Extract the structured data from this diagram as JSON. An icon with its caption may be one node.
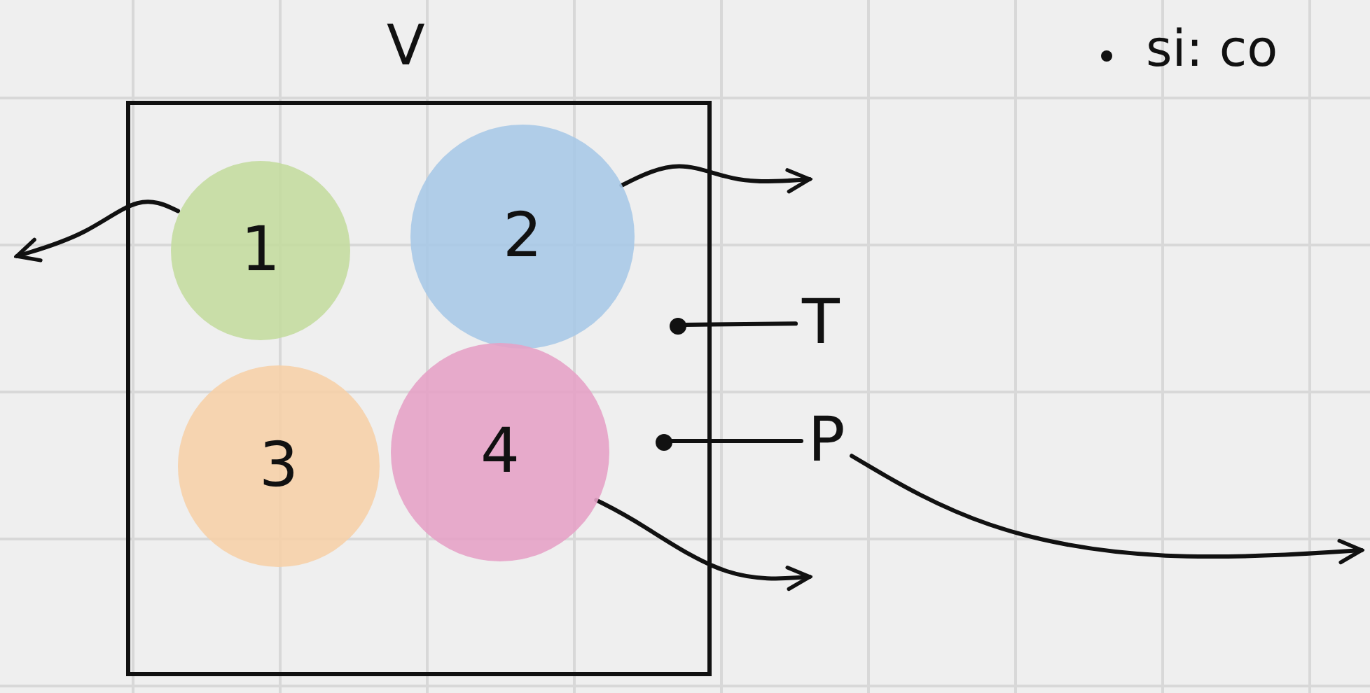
{
  "diagram": {
    "nodes": [
      {
        "text": [
          "V"
        ]
      },
      {
        "text": [
          "1"
        ],
        "in": 0
      },
      {
        "text": [
          "2"
        ],
        "in": 0
      },
      {
        "text": [
          "3"
        ],
        "in": 0
      },
      {
        "text": [
          "4"
        ],
        "in": 0
      },
      {
        "text": [
          "T"
        ]
      },
      {
        "text": [
          "P"
        ]
      },
      {
        "text": [],
        "shape": "circle",
        "in": 0
      },
      {
        "text": [],
        "shape": "circle",
        "in": 0
      }
    ],
    "edges": [
      {
        "from": 1,
        "to": null,
        "arrow": "to"
      },
      {
        "from": 2,
        "to": null,
        "arrow": "to"
      },
      {
        "from": 4,
        "to": null,
        "arrow": "to"
      },
      {
        "from": 5,
        "to": 7,
        "arrow": "none"
      },
      {
        "from": 6,
        "to": 8,
        "arrow": "none"
      },
      {
        "from": 6,
        "to": null,
        "arrow": "to"
      }
    ],
    "labels": [
      "si: co"
    ]
  }
}
